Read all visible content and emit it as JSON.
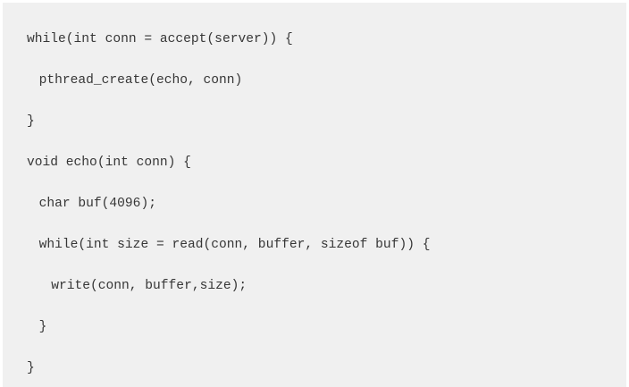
{
  "panel": {
    "kind": "code-block",
    "language": "c",
    "background_color": "#f0f0f0",
    "page_background_color": "#ffffff",
    "text_color": "#363636"
  },
  "code": {
    "lines": [
      {
        "text": "while(int conn = accept(server)) {",
        "indent": 0
      },
      {
        "text": "pthread_create(echo, conn)",
        "indent": 1
      },
      {
        "text": "}",
        "indent": 0
      },
      {
        "text": "void echo(int conn) {",
        "indent": 0
      },
      {
        "text": "char buf(4096);",
        "indent": 1
      },
      {
        "text": "while(int size = read(conn, buffer, sizeof buf)) {",
        "indent": 1
      },
      {
        "text": "write(conn, buffer,size);",
        "indent": 2
      },
      {
        "text": "}",
        "indent": 1
      },
      {
        "text": "}",
        "indent": 0
      }
    ]
  }
}
